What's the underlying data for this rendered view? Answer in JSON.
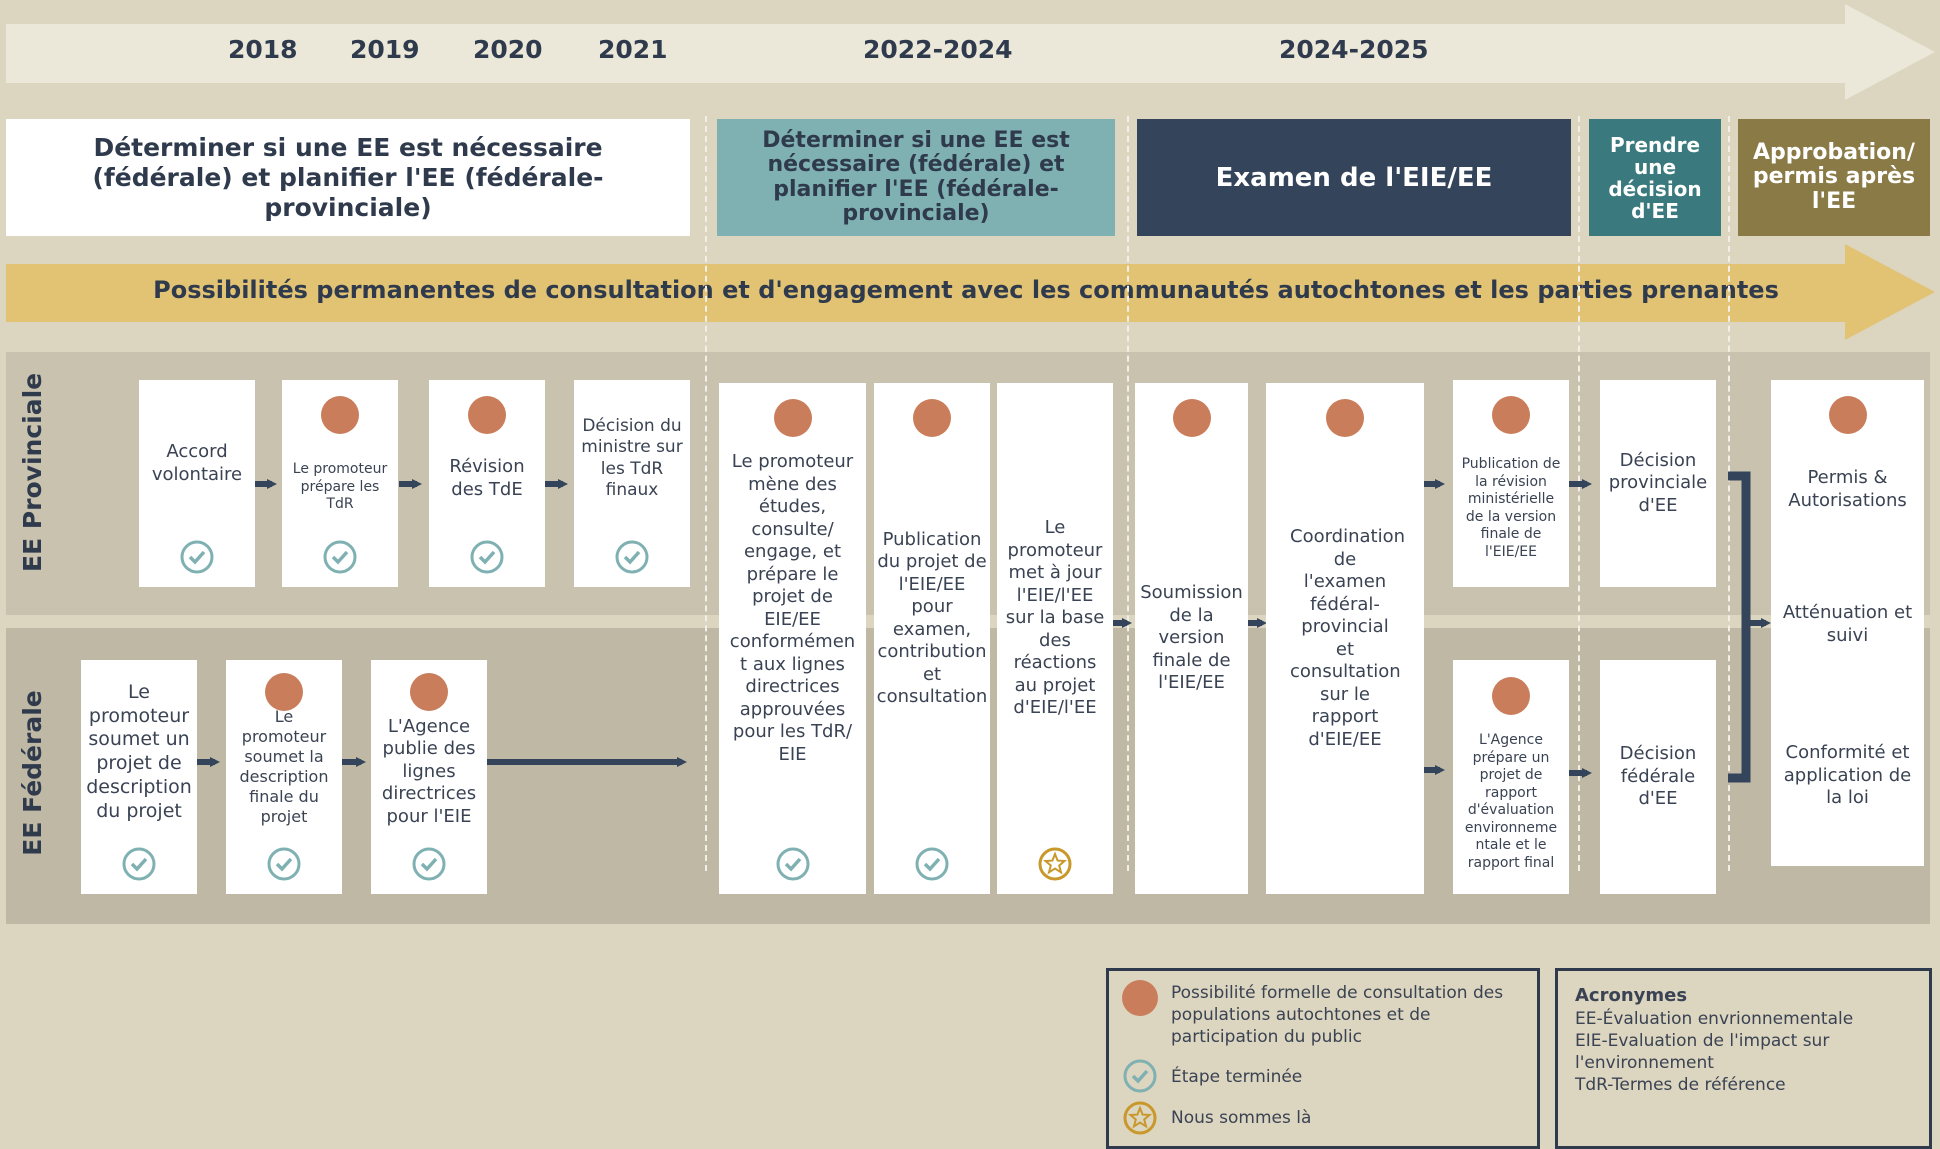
{
  "years": [
    "2018",
    "2019",
    "2020",
    "2021",
    "2022-2024",
    "2024-2025"
  ],
  "phases": {
    "plan_1": "Déterminer si une EE est nécessaire (fédérale) et planifier l'EE (fédérale-provinciale)",
    "plan_2": "Déterminer si une EE est nécessaire (fédérale) et planifier l'EE (fédérale-provinciale)",
    "review": "Examen de l'EIE/EE",
    "decision": "Prendre une décision d'EE",
    "approval": "Approbation/ permis après l'EE"
  },
  "engagement_banner": "Possibilités permanentes de consultation et d'engagement avec les communautés autochtones et les parties prenantes",
  "rows": {
    "provincial": "EE Provinciale",
    "federal": "EE Fédérale"
  },
  "cards": {
    "accord": "Accord volontaire",
    "prov_tdr": "Le promoteur prépare les TdR",
    "revision_tde": "Révision des TdE",
    "decision_ministre": "Décision du ministre sur les TdR finaux",
    "fed_desc": "Le promoteur soumet un projet de description du projet",
    "fed_final_desc": "Le promoteur soumet la description finale du projet",
    "agence_lignes": "L'Agence publie des lignes directrices pour l'EIE",
    "studies": "Le promoteur mène des études, consulte/ engage, et prépare le projet de EIE/EE conformémen t aux lignes directrices approuvées pour les TdR/ EIE",
    "publication_projet": "Publication du projet de l'EIE/EE pour examen, contribution et consultation",
    "mise_a_jour": "Le promoteur met à jour l'EIE/l'EE sur la base des réactions au projet d'EIE/l'EE",
    "soumission": "Soumission de la version finale de l'EIE/EE",
    "coordination": "Coordination de l'examen fédéral-provincial et consultation sur le rapport d'EIE/EE",
    "publication_revision": "Publication de la révision ministérielle de la version finale de l'EIE/EE",
    "agence_rapport": "L'Agence prépare un projet de rapport d'évaluation environneme ntale et le rapport final",
    "decision_prov": "Décision provinciale d'EE",
    "decision_fed": "Décision fédérale d'EE",
    "permis": "Permis & Autorisations",
    "attenuation": "Atténuation et suivi",
    "conformite": "Conformité et application de la loi"
  },
  "legend": {
    "consultation": "Possibilité formelle de consultation des populations autochtones et de participation du public",
    "completed": "Étape terminée",
    "current": "Nous sommes là"
  },
  "acronyms": {
    "title": "Acronymes",
    "ee": "EE-Évaluation envrionnementale",
    "eie": "EIE-Evaluation de l'impact sur l'environnement",
    "tdr": "TdR-Termes de référence"
  },
  "colors": {
    "navy": "#2f3b4d",
    "teal": "#7fb0b2",
    "dark_teal": "#3a7a7e",
    "olive": "#8a7a46",
    "gold": "#e2c374",
    "orange": "#c97d5a",
    "check": "#7fb0b2",
    "star": "#c9982a"
  },
  "icons": [
    "person-pair-icon",
    "check-circle-icon",
    "star-circle-icon",
    "arrow-right-icon"
  ]
}
